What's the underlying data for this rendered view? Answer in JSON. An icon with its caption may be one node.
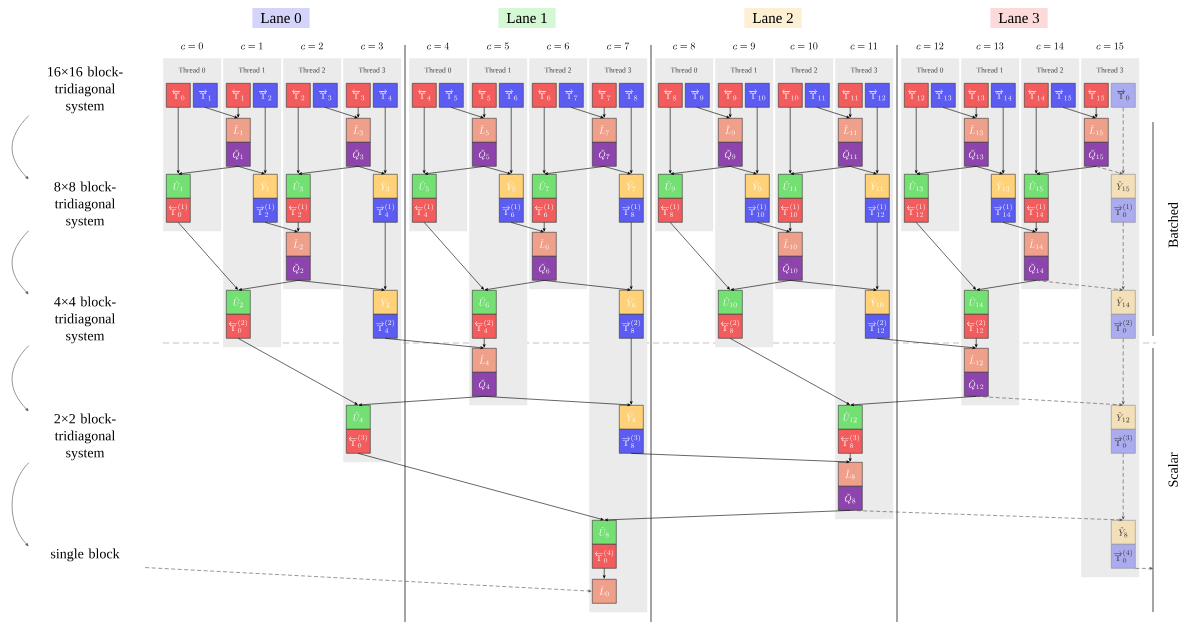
{
  "diagram": {
    "nodes": [
      {
        "text": [
          "Lane 0"
        ]
      },
      {
        "text": [
          "Lane 1"
        ]
      },
      {
        "text": [
          "Lane 2"
        ]
      },
      {
        "text": [
          "Lane 3"
        ]
      },
      {
        "text": [
          "Thread 0"
        ]
      },
      {
        "text": [
          "Thread 1"
        ]
      },
      {
        "text": [
          "Thread 2"
        ]
      },
      {
        "text": [
          "Thread 3"
        ]
      },
      {
        "text": [
          "Thread 0"
        ]
      },
      {
        "text": [
          "Thread 1"
        ]
      },
      {
        "text": [
          "Thread 2"
        ]
      },
      {
        "text": [
          "Thread 3"
        ]
      },
      {
        "text": [
          "Thread 0"
        ]
      },
      {
        "text": [
          "Thread 1"
        ]
      },
      {
        "text": [
          "Thread 2"
        ]
      },
      {
        "text": [
          "Thread 3"
        ]
      },
      {
        "text": [
          "Thread 0"
        ]
      },
      {
        "text": [
          "Thread 1"
        ]
      },
      {
        "text": [
          "Thread 2"
        ]
      },
      {
        "text": [
          "Thread 3"
        ]
      },
      {
        "text": [
          "16×16 block-tridiagonal system"
        ]
      },
      {
        "text": [
          "8×8 block-tridiagonal system"
        ]
      },
      {
        "text": [
          "4×4 block-tridiagonal system"
        ]
      },
      {
        "text": [
          "2×2 block-tridiagonal system"
        ]
      },
      {
        "text": [
          "single block"
        ]
      },
      {
        "text": [
          "\\overleftarrow{\\Upsilon}_{0}"
        ],
        "in": 4
      },
      {
        "text": [
          "\\overrightarrow{\\Upsilon}_{1}"
        ],
        "in": 4
      },
      {
        "text": [
          "\\overleftarrow{\\Upsilon}_{1}"
        ],
        "in": 5
      },
      {
        "text": [
          "\\overrightarrow{\\Upsilon}_{2}"
        ],
        "in": 5
      },
      {
        "text": [
          "\\overleftarrow{\\Upsilon}_{2}"
        ],
        "in": 6
      },
      {
        "text": [
          "\\overrightarrow{\\Upsilon}_{3}"
        ],
        "in": 6
      },
      {
        "text": [
          "\\overleftarrow{\\Upsilon}_{3}"
        ],
        "in": 7
      },
      {
        "text": [
          "\\overrightarrow{\\Upsilon}_{4}"
        ],
        "in": 7
      },
      {
        "text": [
          "\\overleftarrow{\\Upsilon}_{4}"
        ],
        "in": 8
      },
      {
        "text": [
          "\\overrightarrow{\\Upsilon}_{5}"
        ],
        "in": 8
      },
      {
        "text": [
          "\\overleftarrow{\\Upsilon}_{5}"
        ],
        "in": 9
      },
      {
        "text": [
          "\\overrightarrow{\\Upsilon}_{6}"
        ],
        "in": 9
      },
      {
        "text": [
          "\\overleftarrow{\\Upsilon}_{6}"
        ],
        "in": 10
      },
      {
        "text": [
          "\\overrightarrow{\\Upsilon}_{7}"
        ],
        "in": 10
      },
      {
        "text": [
          "\\overleftarrow{\\Upsilon}_{7}"
        ],
        "in": 11
      },
      {
        "text": [
          "\\overrightarrow{\\Upsilon}_{8}"
        ],
        "in": 11
      },
      {
        "text": [
          "\\overleftarrow{\\Upsilon}_{8}"
        ],
        "in": 12
      },
      {
        "text": [
          "\\overrightarrow{\\Upsilon}_{9}"
        ],
        "in": 12
      },
      {
        "text": [
          "\\overleftarrow{\\Upsilon}_{9}"
        ],
        "in": 13
      },
      {
        "text": [
          "\\overrightarrow{\\Upsilon}_{10}"
        ],
        "in": 13
      },
      {
        "text": [
          "\\overleftarrow{\\Upsilon}_{10}"
        ],
        "in": 14
      },
      {
        "text": [
          "\\overrightarrow{\\Upsilon}_{11}"
        ],
        "in": 14
      },
      {
        "text": [
          "\\overleftarrow{\\Upsilon}_{11}"
        ],
        "in": 15
      },
      {
        "text": [
          "\\overrightarrow{\\Upsilon}_{12}"
        ],
        "in": 15
      },
      {
        "text": [
          "\\overleftarrow{\\Upsilon}_{12}"
        ],
        "in": 16
      },
      {
        "text": [
          "\\overrightarrow{\\Upsilon}_{13}"
        ],
        "in": 16
      },
      {
        "text": [
          "\\overleftarrow{\\Upsilon}_{13}"
        ],
        "in": 17
      },
      {
        "text": [
          "\\overrightarrow{\\Upsilon}_{14}"
        ],
        "in": 17
      },
      {
        "text": [
          "\\overleftarrow{\\Upsilon}_{14}"
        ],
        "in": 18
      },
      {
        "text": [
          "\\overrightarrow{\\Upsilon}_{15}"
        ],
        "in": 18
      },
      {
        "text": [
          "\\overleftarrow{\\Upsilon}_{15}"
        ],
        "in": 19
      },
      {
        "text": [
          "\\overrightarrow{\\Upsilon}_{0}"
        ],
        "in": 19
      },
      {
        "text": [
          "\\tilde{L}_{1}",
          "\\breve{Q}_{1}"
        ],
        "in": 5
      },
      {
        "text": [
          "\\tilde{L}_{3}",
          "\\breve{Q}_{3}"
        ],
        "in": 7
      },
      {
        "text": [
          "\\tilde{L}_{5}",
          "\\breve{Q}_{5}"
        ],
        "in": 9
      },
      {
        "text": [
          "\\tilde{L}_{7}",
          "\\breve{Q}_{7}"
        ],
        "in": 11
      },
      {
        "text": [
          "\\tilde{L}_{9}",
          "\\breve{Q}_{9}"
        ],
        "in": 13
      },
      {
        "text": [
          "\\tilde{L}_{11}",
          "\\breve{Q}_{11}"
        ],
        "in": 15
      },
      {
        "text": [
          "\\tilde{L}_{13}",
          "\\breve{Q}_{13}"
        ],
        "in": 17
      },
      {
        "text": [
          "\\tilde{L}_{15}",
          "\\breve{Q}_{15}"
        ],
        "in": 19
      },
      {
        "text": [
          "\\tilde{U}_{1}",
          "\\overleftarrow{\\Upsilon}^{(1)}_{0}"
        ],
        "in": 4
      },
      {
        "text": [
          "\\tilde{Y}_{1}",
          "\\overrightarrow{\\Upsilon}^{(1)}_{2}"
        ],
        "in": 5
      },
      {
        "text": [
          "\\tilde{U}_{3}",
          "\\overleftarrow{\\Upsilon}^{(1)}_{2}"
        ],
        "in": 6
      },
      {
        "text": [
          "\\tilde{Y}_{3}",
          "\\overrightarrow{\\Upsilon}^{(1)}_{4}"
        ],
        "in": 7
      },
      {
        "text": [
          "\\tilde{U}_{5}",
          "\\overleftarrow{\\Upsilon}^{(1)}_{4}"
        ],
        "in": 8
      },
      {
        "text": [
          "\\tilde{Y}_{5}",
          "\\overrightarrow{\\Upsilon}^{(1)}_{6}"
        ],
        "in": 9
      },
      {
        "text": [
          "\\tilde{U}_{7}",
          "\\overleftarrow{\\Upsilon}^{(1)}_{6}"
        ],
        "in": 10
      },
      {
        "text": [
          "\\tilde{Y}_{7}",
          "\\overrightarrow{\\Upsilon}^{(1)}_{8}"
        ],
        "in": 11
      },
      {
        "text": [
          "\\tilde{U}_{9}",
          "\\overleftarrow{\\Upsilon}^{(1)}_{8}"
        ],
        "in": 12
      },
      {
        "text": [
          "\\tilde{Y}_{9}",
          "\\overrightarrow{\\Upsilon}^{(1)}_{10}"
        ],
        "in": 13
      },
      {
        "text": [
          "\\tilde{U}_{11}",
          "\\overleftarrow{\\Upsilon}^{(1)}_{10}"
        ],
        "in": 14
      },
      {
        "text": [
          "\\tilde{Y}_{11}",
          "\\overrightarrow{\\Upsilon}^{(1)}_{12}"
        ],
        "in": 15
      },
      {
        "text": [
          "\\tilde{U}_{13}",
          "\\overleftarrow{\\Upsilon}^{(1)}_{12}"
        ],
        "in": 16
      },
      {
        "text": [
          "\\tilde{Y}_{13}",
          "\\overrightarrow{\\Upsilon}^{(1)}_{14}"
        ],
        "in": 17
      },
      {
        "text": [
          "\\tilde{U}_{15}",
          "\\overleftarrow{\\Upsilon}^{(1)}_{14}"
        ],
        "in": 18
      },
      {
        "text": [
          "\\tilde{Y}_{15}",
          "\\overrightarrow{\\Upsilon}^{(1)}_{0}"
        ],
        "in": 19
      },
      {
        "text": [
          "\\tilde{L}_{2}",
          "\\breve{Q}_{2}"
        ],
        "in": 6
      },
      {
        "text": [
          "\\tilde{L}_{6}",
          "\\breve{Q}_{6}"
        ],
        "in": 10
      },
      {
        "text": [
          "\\tilde{L}_{10}",
          "\\breve{Q}_{10}"
        ],
        "in": 14
      },
      {
        "text": [
          "\\tilde{L}_{14}",
          "\\breve{Q}_{14}"
        ],
        "in": 18
      },
      {
        "text": [
          "\\tilde{U}_{2}",
          "\\overleftarrow{\\Upsilon}^{(2)}_{0}"
        ],
        "in": 5
      },
      {
        "text": [
          "\\tilde{Y}_{2}",
          "\\overrightarrow{\\Upsilon}^{(2)}_{4}"
        ],
        "in": 7
      },
      {
        "text": [
          "\\tilde{U}_{6}",
          "\\overleftarrow{\\Upsilon}^{(2)}_{4}"
        ],
        "in": 9
      },
      {
        "text": [
          "\\tilde{Y}_{6}",
          "\\overrightarrow{\\Upsilon}^{(2)}_{8}"
        ],
        "in": 11
      },
      {
        "text": [
          "\\tilde{U}_{10}",
          "\\overleftarrow{\\Upsilon}^{(2)}_{8}"
        ],
        "in": 13
      },
      {
        "text": [
          "\\tilde{Y}_{10}",
          "\\overrightarrow{\\Upsilon}^{(2)}_{12}"
        ],
        "in": 15
      },
      {
        "text": [
          "\\tilde{U}_{14}",
          "\\overleftarrow{\\Upsilon}^{(2)}_{12}"
        ],
        "in": 17
      },
      {
        "text": [
          "\\tilde{Y}_{14}",
          "\\overrightarrow{\\Upsilon}^{(2)}_{0}"
        ],
        "in": 19
      },
      {
        "text": [
          "\\tilde{L}_{4}",
          "\\breve{Q}_{4}"
        ],
        "in": 9
      },
      {
        "text": [
          "\\tilde{L}_{12}",
          "\\breve{Q}_{12}"
        ],
        "in": 17
      },
      {
        "text": [
          "\\tilde{U}_{4}",
          "\\overleftarrow{\\Upsilon}^{(3)}_{0}"
        ],
        "in": 7
      },
      {
        "text": [
          "\\tilde{Y}_{4}",
          "\\overrightarrow{\\Upsilon}^{(3)}_{8}"
        ],
        "in": 11
      },
      {
        "text": [
          "\\tilde{U}_{12}",
          "\\overleftarrow{\\Upsilon}^{(3)}_{8}"
        ],
        "in": 15
      },
      {
        "text": [
          "\\tilde{Y}_{12}",
          "\\overrightarrow{\\Upsilon}^{(3)}_{0}"
        ],
        "in": 19
      },
      {
        "text": [
          "\\tilde{L}_{8}",
          "\\breve{Q}_{8}"
        ],
        "in": 15
      },
      {
        "text": [
          "\\tilde{U}_{8}",
          "\\overleftarrow{\\Upsilon}^{(4)}_{0}"
        ],
        "in": 11
      },
      {
        "text": [
          "\\tilde{Y}_{8}",
          "\\overrightarrow{\\Upsilon}^{(4)}_{0}"
        ],
        "in": 19
      },
      {
        "text": [
          "\\tilde{L}_{0}"
        ],
        "in": 11
      }
    ],
    "edges": [
      {
        "from": 25,
        "to": 65,
        "arrow": "to"
      },
      {
        "from": 26,
        "to": 57,
        "arrow": "to"
      },
      {
        "from": 27,
        "to": 57,
        "arrow": "to"
      },
      {
        "from": 28,
        "to": 66,
        "arrow": "to"
      },
      {
        "from": 29,
        "to": 67,
        "arrow": "to"
      },
      {
        "from": 30,
        "to": 58,
        "arrow": "to"
      },
      {
        "from": 31,
        "to": 58,
        "arrow": "to"
      },
      {
        "from": 32,
        "to": 68,
        "arrow": "to"
      },
      {
        "from": 57,
        "to": 65,
        "arrow": "to"
      },
      {
        "from": 57,
        "to": 66,
        "arrow": "to"
      },
      {
        "from": 58,
        "to": 67,
        "arrow": "to"
      },
      {
        "from": 58,
        "to": 68,
        "arrow": "to"
      },
      {
        "from": 66,
        "to": 81,
        "arrow": "to"
      },
      {
        "from": 67,
        "to": 81,
        "arrow": "to"
      },
      {
        "from": 65,
        "to": 85,
        "arrow": "to"
      },
      {
        "from": 81,
        "to": 85,
        "arrow": "to"
      },
      {
        "from": 81,
        "to": 86,
        "arrow": "to"
      },
      {
        "from": 68,
        "to": 86,
        "arrow": "to"
      },
      {
        "from": 33,
        "to": 69,
        "arrow": "to"
      },
      {
        "from": 34,
        "to": 59,
        "arrow": "to"
      },
      {
        "from": 35,
        "to": 59,
        "arrow": "to"
      },
      {
        "from": 36,
        "to": 70,
        "arrow": "to"
      },
      {
        "from": 37,
        "to": 71,
        "arrow": "to"
      },
      {
        "from": 38,
        "to": 60,
        "arrow": "to"
      },
      {
        "from": 39,
        "to": 60,
        "arrow": "to"
      },
      {
        "from": 40,
        "to": 72,
        "arrow": "to"
      },
      {
        "from": 59,
        "to": 69,
        "arrow": "to"
      },
      {
        "from": 59,
        "to": 70,
        "arrow": "to"
      },
      {
        "from": 60,
        "to": 71,
        "arrow": "to"
      },
      {
        "from": 60,
        "to": 72,
        "arrow": "to"
      },
      {
        "from": 70,
        "to": 82,
        "arrow": "to"
      },
      {
        "from": 71,
        "to": 82,
        "arrow": "to"
      },
      {
        "from": 69,
        "to": 87,
        "arrow": "to"
      },
      {
        "from": 82,
        "to": 87,
        "arrow": "to"
      },
      {
        "from": 82,
        "to": 88,
        "arrow": "to"
      },
      {
        "from": 72,
        "to": 88,
        "arrow": "to"
      },
      {
        "from": 41,
        "to": 73,
        "arrow": "to"
      },
      {
        "from": 42,
        "to": 61,
        "arrow": "to"
      },
      {
        "from": 43,
        "to": 61,
        "arrow": "to"
      },
      {
        "from": 44,
        "to": 74,
        "arrow": "to"
      },
      {
        "from": 45,
        "to": 75,
        "arrow": "to"
      },
      {
        "from": 46,
        "to": 62,
        "arrow": "to"
      },
      {
        "from": 47,
        "to": 62,
        "arrow": "to"
      },
      {
        "from": 48,
        "to": 76,
        "arrow": "to"
      },
      {
        "from": 61,
        "to": 73,
        "arrow": "to"
      },
      {
        "from": 61,
        "to": 74,
        "arrow": "to"
      },
      {
        "from": 62,
        "to": 75,
        "arrow": "to"
      },
      {
        "from": 62,
        "to": 76,
        "arrow": "to"
      },
      {
        "from": 74,
        "to": 83,
        "arrow": "to"
      },
      {
        "from": 75,
        "to": 83,
        "arrow": "to"
      },
      {
        "from": 73,
        "to": 89,
        "arrow": "to"
      },
      {
        "from": 83,
        "to": 89,
        "arrow": "to"
      },
      {
        "from": 83,
        "to": 90,
        "arrow": "to"
      },
      {
        "from": 76,
        "to": 90,
        "arrow": "to"
      },
      {
        "from": 49,
        "to": 77,
        "arrow": "to"
      },
      {
        "from": 50,
        "to": 63,
        "arrow": "to"
      },
      {
        "from": 51,
        "to": 63,
        "arrow": "to"
      },
      {
        "from": 52,
        "to": 78,
        "arrow": "to"
      },
      {
        "from": 53,
        "to": 79,
        "arrow": "to"
      },
      {
        "from": 54,
        "to": 64,
        "arrow": "to"
      },
      {
        "from": 55,
        "to": 64,
        "arrow": "to"
      },
      {
        "from": 56,
        "to": 80,
        "arrow": "to",
        "style": "dashed",
        "color": "#505050"
      },
      {
        "from": 63,
        "to": 77,
        "arrow": "to"
      },
      {
        "from": 63,
        "to": 78,
        "arrow": "to"
      },
      {
        "from": 64,
        "to": 79,
        "arrow": "to"
      },
      {
        "from": 64,
        "to": 80,
        "arrow": "to",
        "style": "dashed",
        "color": "#505050"
      },
      {
        "from": 78,
        "to": 84,
        "arrow": "to"
      },
      {
        "from": 79,
        "to": 84,
        "arrow": "to"
      },
      {
        "from": 77,
        "to": 91,
        "arrow": "to"
      },
      {
        "from": 84,
        "to": 91,
        "arrow": "to"
      },
      {
        "from": 84,
        "to": 92,
        "arrow": "to",
        "style": "dashed",
        "color": "#505050"
      },
      {
        "from": 80,
        "to": 92,
        "arrow": "to",
        "style": "dashed",
        "color": "#505050"
      },
      {
        "from": 86,
        "to": 93,
        "arrow": "to"
      },
      {
        "from": 87,
        "to": 93,
        "arrow": "to"
      },
      {
        "from": 85,
        "to": 95,
        "arrow": "to"
      },
      {
        "from": 93,
        "to": 95,
        "arrow": "to"
      },
      {
        "from": 88,
        "to": 96,
        "arrow": "to"
      },
      {
        "from": 93,
        "to": 96,
        "arrow": "to"
      },
      {
        "from": 90,
        "to": 94,
        "arrow": "to"
      },
      {
        "from": 91,
        "to": 94,
        "arrow": "to"
      },
      {
        "from": 89,
        "to": 97,
        "arrow": "to"
      },
      {
        "from": 94,
        "to": 97,
        "arrow": "to"
      },
      {
        "from": 92,
        "to": 98,
        "arrow": "to",
        "style": "dashed",
        "color": "#505050"
      },
      {
        "from": 94,
        "to": 98,
        "arrow": "to",
        "style": "dashed",
        "color": "#505050"
      },
      {
        "from": 96,
        "to": 99,
        "arrow": "to"
      },
      {
        "from": 97,
        "to": 99,
        "arrow": "to"
      },
      {
        "from": 95,
        "to": 100,
        "arrow": "to"
      },
      {
        "from": 99,
        "to": 100,
        "arrow": "to"
      },
      {
        "from": 98,
        "to": 101,
        "arrow": "to",
        "style": "dashed",
        "color": "#505050"
      },
      {
        "from": 99,
        "to": 101,
        "arrow": "to",
        "style": "dashed",
        "color": "#505050"
      },
      {
        "from": 100,
        "to": 102,
        "arrow": "to"
      },
      {
        "from": 24,
        "to": 102,
        "arrow": "to",
        "style": "dashed",
        "color": "#505050"
      },
      {
        "from": 101,
        "to": null,
        "arrow": "to",
        "style": "dashed",
        "color": "#505050"
      },
      {
        "from": 20,
        "to": 21,
        "arrow": "to",
        "color": "#505050"
      },
      {
        "from": 21,
        "to": 22,
        "arrow": "to",
        "color": "#505050"
      },
      {
        "from": 22,
        "to": 23,
        "arrow": "to",
        "color": "#505050"
      },
      {
        "from": 23,
        "to": 24,
        "arrow": "to",
        "color": "#505050"
      }
    ],
    "labels": [
      "c=0",
      "c=1",
      "c=2",
      "c=3",
      "c=4",
      "c=5",
      "c=6",
      "c=7",
      "c=8",
      "c=9",
      "c=10",
      "c=11",
      "c=12",
      "c=13",
      "c=14",
      "c=15",
      "Batched",
      "Scalar"
    ]
  }
}
